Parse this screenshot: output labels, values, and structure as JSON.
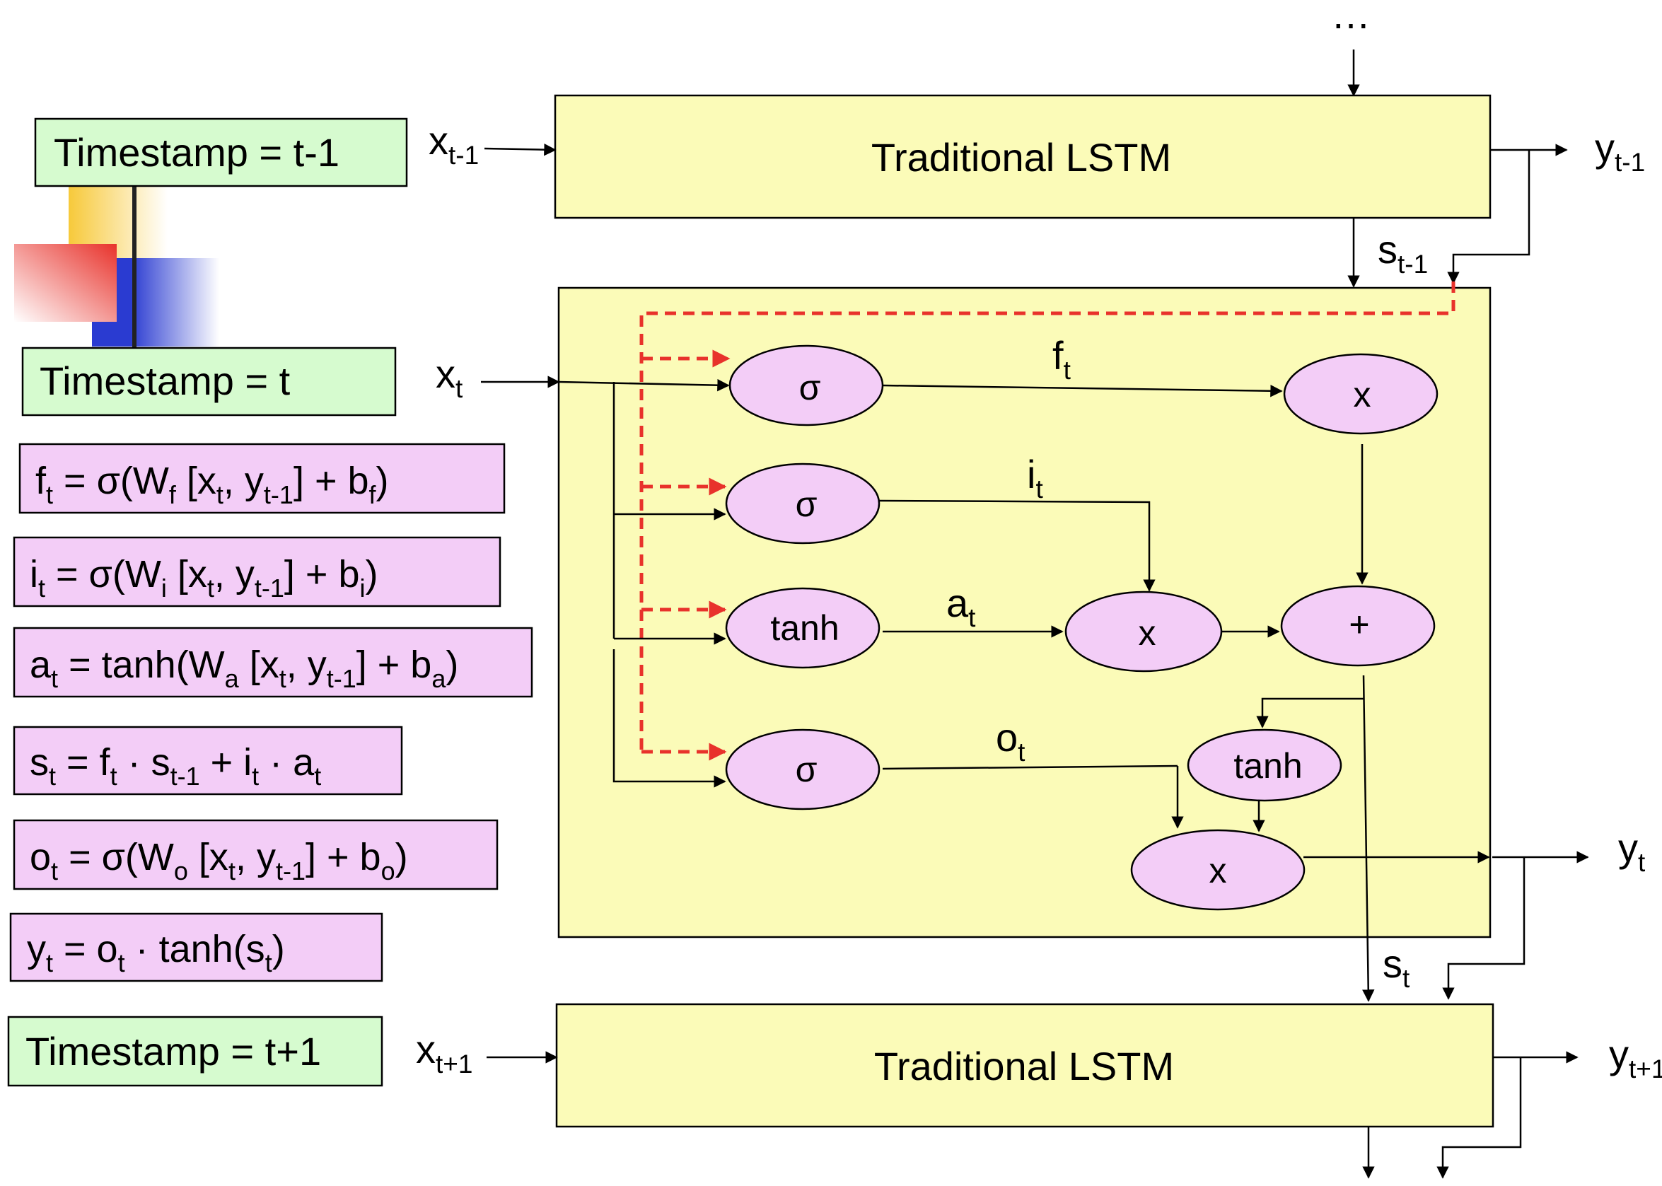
{
  "top_ellipsis": "…",
  "timestamps": {
    "prev": "Timestamp = t-1",
    "curr": "Timestamp = t",
    "next": "Timestamp = t+1"
  },
  "blocks": {
    "top_lstm": "Traditional LSTM",
    "bottom_lstm": "Traditional LSTM"
  },
  "inputs": {
    "x_prev": {
      "base": "x",
      "sub": "t-1"
    },
    "x_curr": {
      "base": "x",
      "sub": "t"
    },
    "x_next": {
      "base": "x",
      "sub": "t+1"
    }
  },
  "outputs": {
    "y_prev": {
      "base": "y",
      "sub": "t-1"
    },
    "y_curr": {
      "base": "y",
      "sub": "t"
    },
    "y_next": {
      "base": "y",
      "sub": "t+1"
    }
  },
  "states": {
    "s_prev": {
      "base": "s",
      "sub": "t-1"
    },
    "s_curr": {
      "base": "s",
      "sub": "t"
    }
  },
  "gate_labels": {
    "f": {
      "base": "f",
      "sub": "t"
    },
    "i": {
      "base": "i",
      "sub": "t"
    },
    "a": {
      "base": "a",
      "sub": "t"
    },
    "o": {
      "base": "o",
      "sub": "t"
    }
  },
  "nodes": {
    "sigma_f": "σ",
    "sigma_i": "σ",
    "tanh_a": "tanh",
    "sigma_o": "σ",
    "mult_f": "x",
    "mult_i": "x",
    "add": "+",
    "tanh_s": "tanh",
    "mult_o": "x"
  },
  "equations": {
    "f": "f_t = σ(W_f [x_t, y_t-1] + b_f)",
    "i": "i_t = σ(W_i [x_t, y_t-1] + b_i)",
    "a": "a_t = tanh(W_a [x_t, y_t-1] + b_a)",
    "s": "s_t = f_t · s_t-1 + i_t · a_t",
    "o": "o_t = σ(W_o [x_t, y_t-1] + b_o)",
    "y": "y_t = o_t · tanh(s_t)"
  },
  "colors": {
    "block_fill": "#fbfbb8",
    "node_fill": "#f3cdf7",
    "eq_fill": "#f3cdf7",
    "timestamp_fill": "#d6fbcf",
    "dashed_red": "#e8322b"
  }
}
